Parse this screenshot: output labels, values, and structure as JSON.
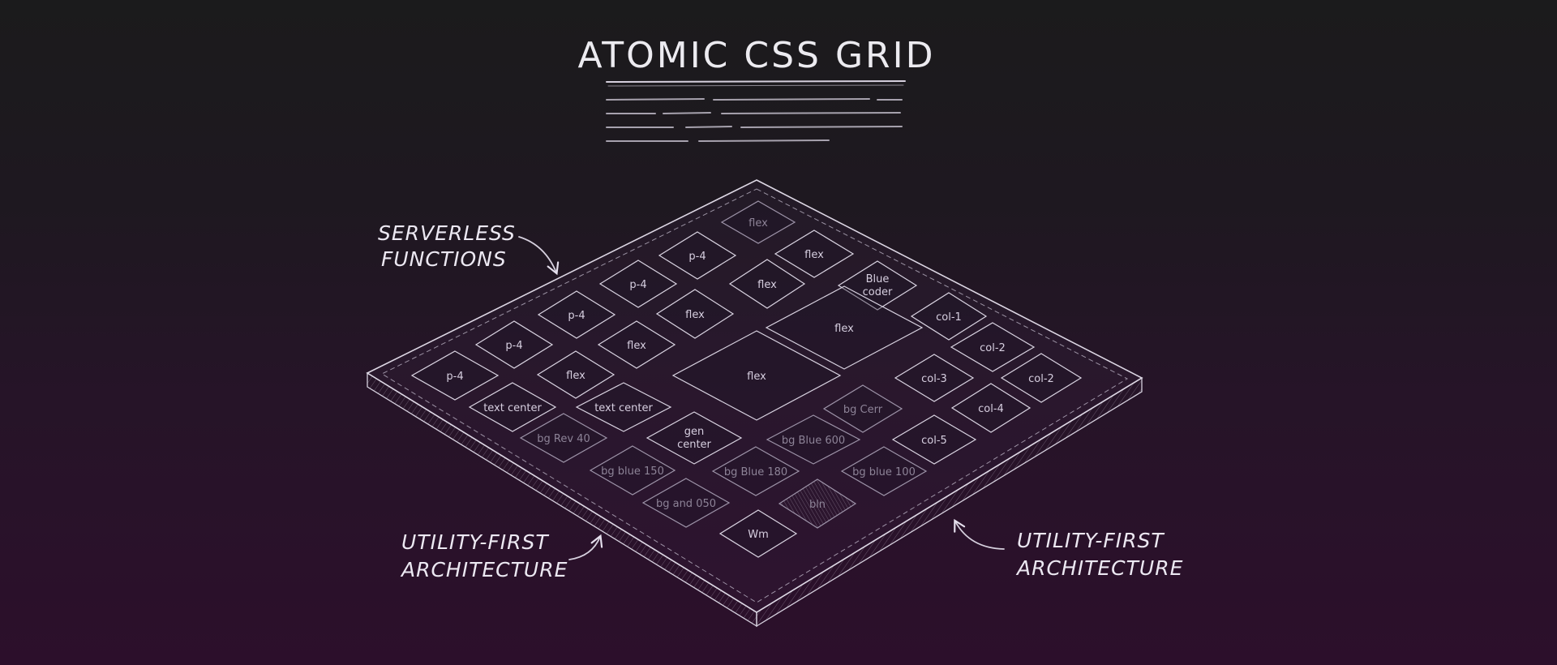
{
  "title": "ATOMIC CSS GRID",
  "colors": {
    "background_top": "#1b1b1c",
    "background_bottom": "#2c0f2b",
    "ink": "#d6d0de"
  },
  "callouts": {
    "top_left": {
      "line1": "SERVERLESS",
      "line2": "FUNCTIONS"
    },
    "bottom_left": {
      "line1": "UTILITY-FIRST",
      "line2": "ARCHITECTURE"
    },
    "bottom_right": {
      "line1": "UTILITY-FIRST",
      "line2": "ARCHITECTURE"
    }
  },
  "cells": [
    {
      "label": "flex",
      "dim": true
    },
    {
      "label": "p-4"
    },
    {
      "label": "flex"
    },
    {
      "label": "p-4"
    },
    {
      "label": "flex"
    },
    {
      "label": "Blue",
      "label2": "coder"
    },
    {
      "label": "p-4"
    },
    {
      "label": "flex"
    },
    {
      "label": "flex"
    },
    {
      "label": "col-1"
    },
    {
      "label": "p-4"
    },
    {
      "label": "flex"
    },
    {
      "label": "col-2"
    },
    {
      "label": "p-4"
    },
    {
      "label": "flex"
    },
    {
      "label": "col-3"
    },
    {
      "label": "col-2"
    },
    {
      "label": "text center"
    },
    {
      "label": "text center"
    },
    {
      "label": "flex"
    },
    {
      "label": "bg Cerr",
      "dim": true
    },
    {
      "label": "col-4"
    },
    {
      "label": "bg Rev 40",
      "dim": true
    },
    {
      "label": "gen",
      "label2": "center"
    },
    {
      "label": "bg Blue 600",
      "dim": true
    },
    {
      "label": "col-5"
    },
    {
      "label": "bg blue 150",
      "dim": true
    },
    {
      "label": "bg Blue 180",
      "dim": true
    },
    {
      "label": "bg blue 100",
      "dim": true
    },
    {
      "label": "bg and 050",
      "dim": true
    },
    {
      "label": "bln",
      "dim": true
    },
    {
      "label": "Wm"
    }
  ]
}
